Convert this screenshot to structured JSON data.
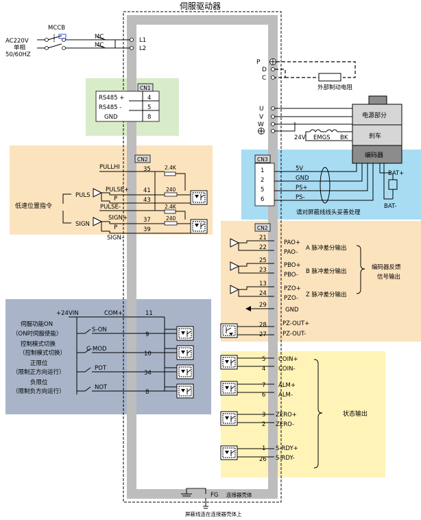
{
  "colors": {
    "green_panel": "#d8ecc9",
    "orange_panel": "#fbe3bd",
    "blue_panel": "#a8dcf3",
    "slate_panel": "#a9b4c8",
    "yellow_panel": "#fff3b8",
    "inner_frame": "#bdbdbd",
    "box_gray": "#d6d6d6",
    "box_dark": "#8c8c8c"
  },
  "title": "伺服驱动器",
  "power": {
    "source_lines": [
      "AC220V",
      "单相",
      "50/60HZ"
    ],
    "breaker_label": "MCCB",
    "contactor_label": "MC",
    "terminal_l1": "L1",
    "terminal_l2": "L2"
  },
  "brake_resistor": {
    "p": "P",
    "d": "D",
    "c": "C",
    "label": "外部制动电阻"
  },
  "cn1": {
    "label": "CN1",
    "signals": [
      "RS485 +",
      "RS485 -",
      "GND"
    ],
    "pins": [
      "4",
      "5",
      "8"
    ]
  },
  "motor": {
    "u": "U",
    "v": "V",
    "w": "W",
    "power_section": "电源部分",
    "brake_section": "刹车",
    "encoder_section": "编码器",
    "brake_voltage": "24V",
    "emgs": "EMGS",
    "bk": "BK",
    "bat_plus": "BAT+",
    "bat_minus": "BAT-"
  },
  "cn3": {
    "label": "CN3",
    "pins": [
      "1",
      "2",
      "5",
      "6"
    ],
    "signals": [
      "5V",
      "GND",
      "PS+",
      "PS-"
    ],
    "note": "请对屏蔽线线头妥善处理"
  },
  "cn2_input": {
    "label": "CN2",
    "group_label": "低速位置指令",
    "puls": "PULS",
    "sign": "SIGN",
    "pullhi": "PULLHI",
    "pulse_plus": "PULSE+",
    "pulse_minus": "PULSE-",
    "sign_plus": "SIGN+",
    "sign_minus": "SIGN-",
    "p": "P",
    "pins": [
      "35",
      "41",
      "43",
      "37",
      "39"
    ],
    "r_2k4": "2.4K",
    "r_240": "240"
  },
  "cn2_output": {
    "label": "CN2",
    "pao_plus": "PAO+",
    "pao_minus": "PAO-",
    "pbo_plus": "PBO+",
    "pbo_minus": "PBO-",
    "pzo_plus": "PZO+",
    "pzo_minus": "PZO-",
    "gnd": "GND",
    "pz_out_plus": "PZ-OUT+",
    "pz_out_minus": "PZ-OUT-",
    "a_label": "A  脉冲差分输出",
    "b_label": "B  脉冲差分输出",
    "z_label": "Z  脉冲差分输出",
    "feedback_label": [
      "编码器反馈",
      "信号输出"
    ],
    "pins": [
      "21",
      "22",
      "25",
      "23",
      "13",
      "24",
      "29",
      "28",
      "27"
    ]
  },
  "io": {
    "v24": "+24VIN",
    "com_plus": "COM+",
    "com_pin": "11",
    "inputs": [
      {
        "desc": [
          "伺服功能ON",
          "（ON时伺服使能）"
        ],
        "signal": "S-ON",
        "pin": "9"
      },
      {
        "desc": [
          "控制模式切换",
          "（控制模式切换）"
        ],
        "signal": "C-MOD",
        "pin": "10"
      },
      {
        "desc": [
          "正限位",
          "（限制正方向运行）"
        ],
        "signal": "POT",
        "pin": "34"
      },
      {
        "desc": [
          "负限位",
          "（限制负方向运行）"
        ],
        "signal": "NOT",
        "pin": "8"
      }
    ]
  },
  "status": {
    "label": "状态输出",
    "outputs": [
      {
        "plus": "COIN+",
        "minus": "COIN-",
        "pin_plus": "5",
        "pin_minus": "4"
      },
      {
        "plus": "ALM+",
        "minus": "ALM-",
        "pin_plus": "7",
        "pin_minus": "6"
      },
      {
        "plus": "ZERO+",
        "minus": "ZERO-",
        "pin_plus": "3",
        "pin_minus": "2"
      },
      {
        "plus": "S-RDY+",
        "minus": "S-RDY-",
        "pin_plus": "1",
        "pin_minus": "26"
      }
    ]
  },
  "ground": {
    "fg": "FG",
    "connector": "连接器壳体",
    "note": "屏蔽线连在连接器壳体上"
  }
}
